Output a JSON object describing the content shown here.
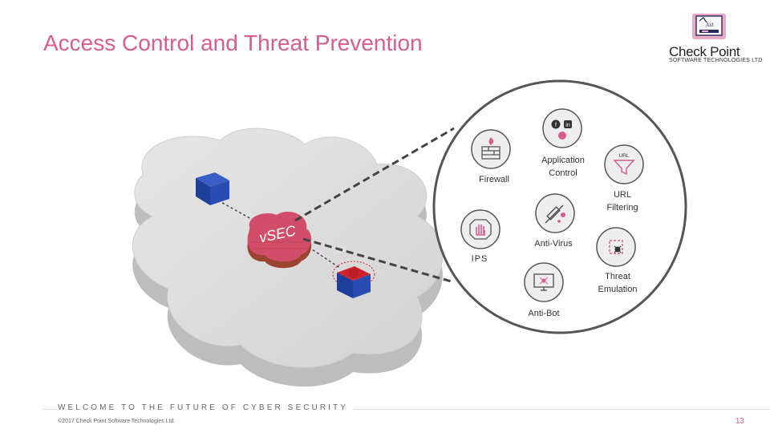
{
  "slide": {
    "title": "Access Control and Threat Prevention",
    "tagline": "WELCOME TO THE FUTURE OF CYBER SECURITY",
    "copyright": "©2017 Check Point Software Technologies Ltd.",
    "page_number": "13"
  },
  "logo": {
    "name": "Check Point",
    "subtitle": "SOFTWARE TECHNOLOGIES LTD",
    "icon": "checkpoint-logo-icon",
    "color": "#e21a7a"
  },
  "cloud": {
    "badge_text": "vSEC"
  },
  "features": [
    {
      "id": "firewall",
      "label": "Firewall",
      "icon": "firewall-icon"
    },
    {
      "id": "application-control",
      "label": "Application\nControl",
      "icon": "social-apps-icon"
    },
    {
      "id": "url-filtering",
      "label": "URL\nFiltering",
      "icon": "url-funnel-icon",
      "icon_text": "URL"
    },
    {
      "id": "anti-virus",
      "label": "Anti-Virus",
      "icon": "syringe-icon"
    },
    {
      "id": "ips",
      "label": "IPS",
      "icon": "stop-hand-icon"
    },
    {
      "id": "threat-emulation",
      "label": "Threat\nEmulation",
      "icon": "sandbox-icon"
    },
    {
      "id": "anti-bot",
      "label": "Anti-Bot",
      "icon": "monitor-bot-icon"
    }
  ],
  "colors": {
    "accent": "#d75c8f",
    "brick": "#b5533a",
    "cube_blue": "#1f3e9a",
    "target_red": "#d0222d",
    "cloud_top": "#dedede",
    "cloud_side": "#bdbdbd",
    "panel_border": "#555555",
    "icon_circle": "#eeeeee"
  }
}
